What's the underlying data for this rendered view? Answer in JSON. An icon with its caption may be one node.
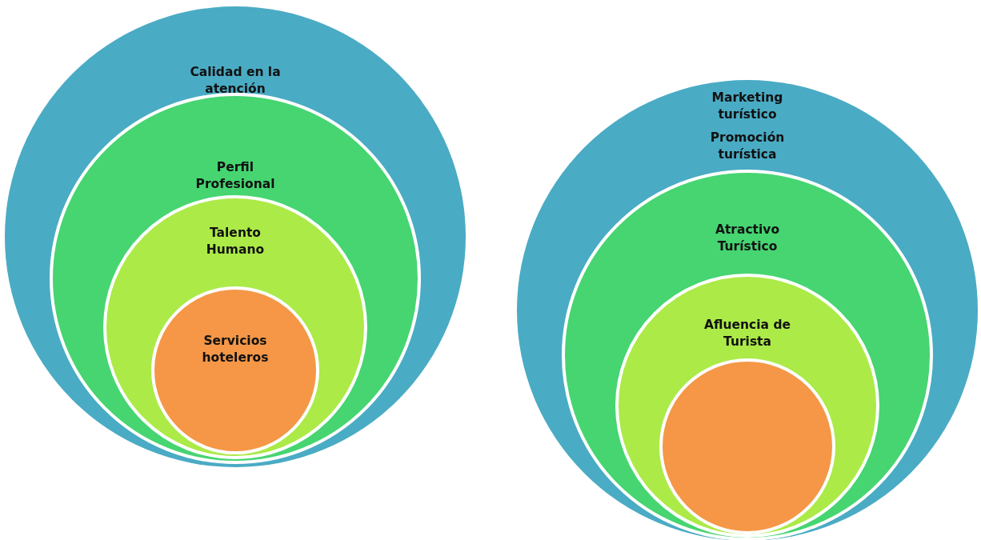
{
  "diagram": {
    "nodes": [
      {
        "text": [
          "Calidad en la atención"
        ]
      },
      {
        "text": [
          "Perfil Profesional"
        ],
        "in": 0
      },
      {
        "text": [
          "Talento Humano"
        ],
        "in": 1
      },
      {
        "text": [
          "Servicios hoteleros"
        ],
        "in": 2
      },
      {
        "text": [
          "Marketing turístico",
          "Promoción turística"
        ]
      },
      {
        "text": [
          "Atractivo Turístico"
        ],
        "in": 4
      },
      {
        "text": [
          "Afluencia de Turista"
        ],
        "in": 5
      },
      {
        "text": [],
        "shape": "circle",
        "in": 6
      }
    ]
  }
}
